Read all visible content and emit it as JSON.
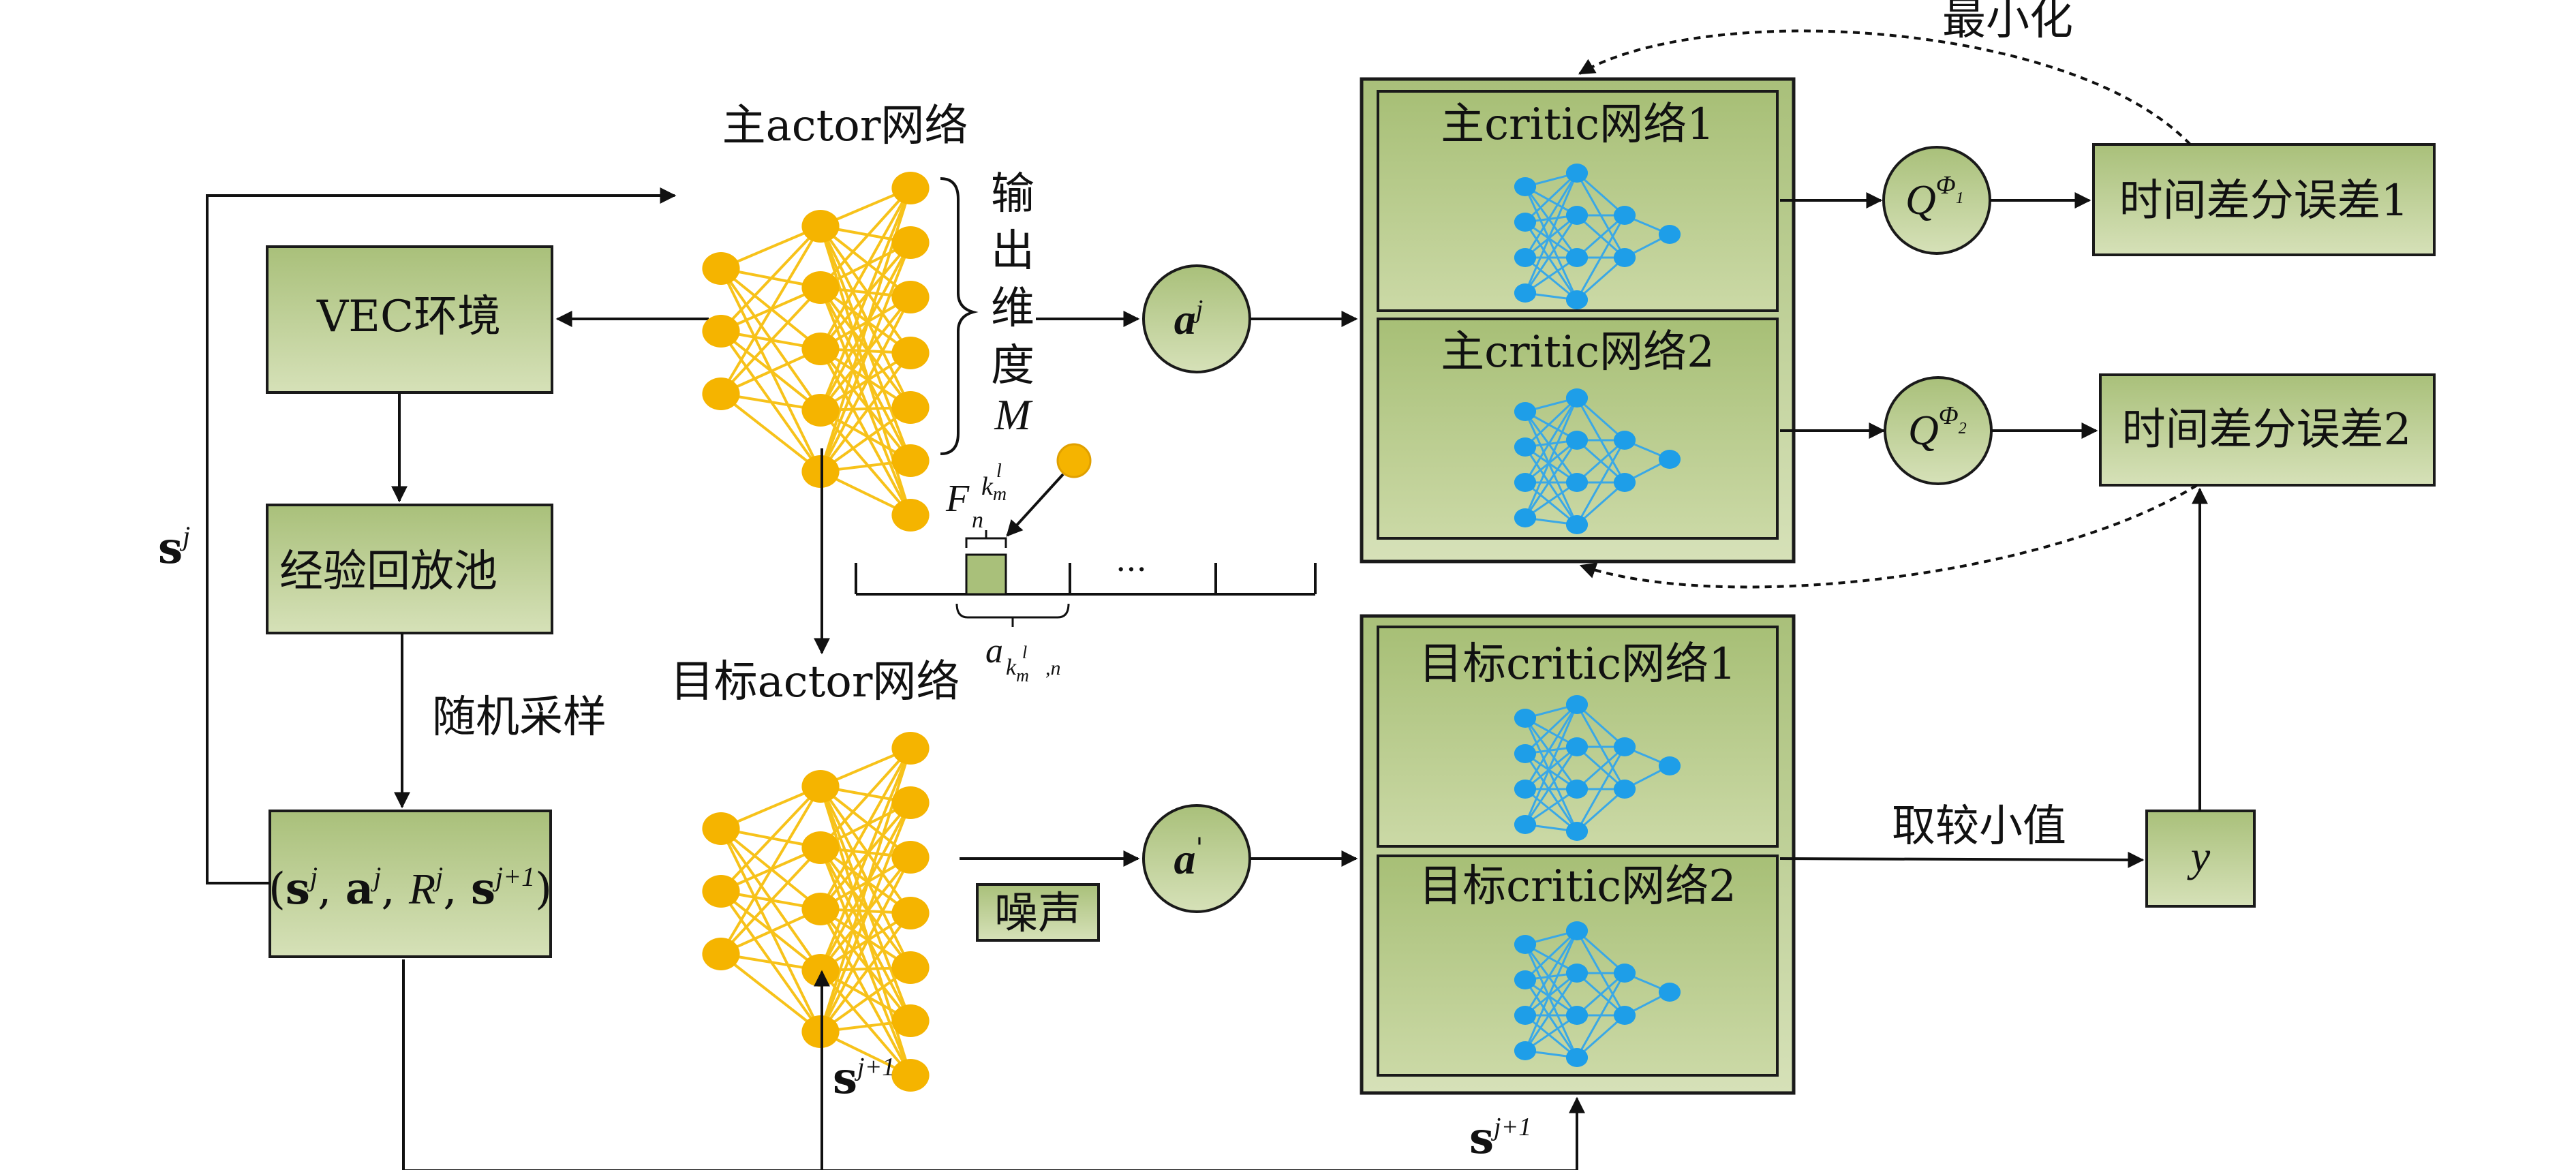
{
  "colors": {
    "box_fill_top": "#a9c07a",
    "box_fill_bottom": "#d6e1b8",
    "stroke": "#1a1a1a",
    "actor_node": "#f5b400",
    "actor_edge": "#f7c21a",
    "critic_node": "#1e9ee8",
    "critic_edge": "#3aa8e6"
  },
  "labels": {
    "vec_env": "VEC环境",
    "replay_pool": "经验回放池",
    "random_sample": "随机采样",
    "transition": "(s, a, R, s)",
    "transition_parts": [
      "(",
      "s",
      "j",
      ", ",
      "a",
      "j",
      ", ",
      "R",
      "j",
      ", ",
      "s",
      "j+1",
      ")"
    ],
    "s_j_base": "s",
    "s_j_sup": "j",
    "main_actor": "主actor网络",
    "target_actor": "目标actor网络",
    "output_dim_chars": [
      "输",
      "出",
      "维",
      "度"
    ],
    "output_dim_symbol": "M",
    "a_j_base": "a",
    "a_j_sup": "j",
    "a_prime_base": "a",
    "a_prime_sup": "'",
    "noise": "噪声",
    "s_next_base": "s",
    "s_next_sup": "j+1",
    "F_base": "F",
    "F_sup": "k",
    "F_sup_l": "l",
    "F_sup_m": "m",
    "F_sub": "n",
    "a_alloc_base": "a",
    "a_alloc_sub_k": "k",
    "a_alloc_sub_m": "m",
    "a_alloc_sub_l": "l",
    "a_alloc_sub_n": ",n",
    "ellipsis": "···",
    "main_critic_1": "主critic网络1",
    "main_critic_2": "主critic网络2",
    "target_critic_1": "目标critic网络1",
    "target_critic_2": "目标critic网络2",
    "q1_base": "Q",
    "q1_sup": "Φ",
    "q1_sub": "1",
    "q2_base": "Q",
    "q2_sup": "Φ",
    "q2_sub": "2",
    "td_error_1": "时间差分误差1",
    "td_error_2": "时间差分误差2",
    "minimize": "最小化",
    "take_min": "取较小值",
    "y": "y"
  }
}
